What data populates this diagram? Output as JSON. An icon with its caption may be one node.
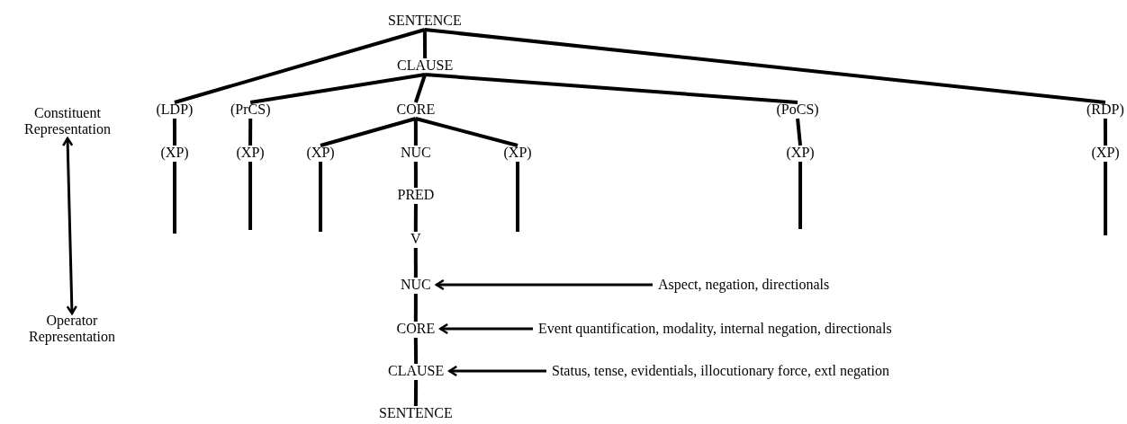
{
  "diagram": {
    "nodes": [
      {
        "text": [
          "SENTENCE"
        ]
      },
      {
        "text": [
          "CLAUSE"
        ]
      },
      {
        "text": [
          "Constituent Representation"
        ]
      },
      {
        "text": [
          "(LDP)"
        ]
      },
      {
        "text": [
          "(PrCS)"
        ]
      },
      {
        "text": [
          "CORE"
        ]
      },
      {
        "text": [
          "(PoCS)"
        ]
      },
      {
        "text": [
          "(RDP)"
        ]
      },
      {
        "text": [
          "(XP)"
        ]
      },
      {
        "text": [
          "(XP)"
        ]
      },
      {
        "text": [
          "(XP)"
        ]
      },
      {
        "text": [
          "NUC"
        ]
      },
      {
        "text": [
          "(XP)"
        ]
      },
      {
        "text": [
          "(XP)"
        ]
      },
      {
        "text": [
          "(XP)"
        ]
      },
      {
        "text": [
          "PRED"
        ]
      },
      {
        "text": [
          "V"
        ]
      },
      {
        "text": [
          "NUC"
        ]
      },
      {
        "text": [
          "Aspect, negation, directionals"
        ]
      },
      {
        "text": [
          "Operator Representation"
        ]
      },
      {
        "text": [
          "CORE"
        ]
      },
      {
        "text": [
          "Event quantification, modality, internal negation, directionals"
        ]
      },
      {
        "text": [
          "CLAUSE"
        ]
      },
      {
        "text": [
          "Status, tense, evidentials, illocutionary force, extl negation"
        ]
      },
      {
        "text": [
          "SENTENCE"
        ]
      }
    ],
    "edges": [
      {
        "from": 0,
        "to": 1,
        "arrow": "none"
      },
      {
        "from": 0,
        "to": 3,
        "arrow": "none"
      },
      {
        "from": 0,
        "to": 7,
        "arrow": "none"
      },
      {
        "from": 1,
        "to": 4,
        "arrow": "none"
      },
      {
        "from": 1,
        "to": 5,
        "arrow": "none"
      },
      {
        "from": 1,
        "to": 6,
        "arrow": "none"
      },
      {
        "from": 3,
        "to": 8,
        "arrow": "none"
      },
      {
        "from": 4,
        "to": 9,
        "arrow": "none"
      },
      {
        "from": 5,
        "to": 10,
        "arrow": "none"
      },
      {
        "from": 5,
        "to": 11,
        "arrow": "none"
      },
      {
        "from": 5,
        "to": 12,
        "arrow": "none"
      },
      {
        "from": 6,
        "to": 13,
        "arrow": "none"
      },
      {
        "from": 7,
        "to": 14,
        "arrow": "none"
      },
      {
        "from": 8,
        "to": null,
        "arrow": "none"
      },
      {
        "from": 9,
        "to": null,
        "arrow": "none"
      },
      {
        "from": 10,
        "to": null,
        "arrow": "none"
      },
      {
        "from": 12,
        "to": null,
        "arrow": "none"
      },
      {
        "from": 13,
        "to": null,
        "arrow": "none"
      },
      {
        "from": 14,
        "to": null,
        "arrow": "none"
      },
      {
        "from": 11,
        "to": 15,
        "arrow": "none"
      },
      {
        "from": 15,
        "to": 16,
        "arrow": "none"
      },
      {
        "from": 16,
        "to": 17,
        "arrow": "none"
      },
      {
        "from": 17,
        "to": 20,
        "arrow": "none"
      },
      {
        "from": 20,
        "to": 22,
        "arrow": "none"
      },
      {
        "from": 22,
        "to": 24,
        "arrow": "none"
      },
      {
        "from": 18,
        "to": 17,
        "arrow": "to"
      },
      {
        "from": 21,
        "to": 20,
        "arrow": "to"
      },
      {
        "from": 23,
        "to": 22,
        "arrow": "to"
      },
      {
        "from": 2,
        "to": 19,
        "arrow": "both"
      }
    ]
  }
}
